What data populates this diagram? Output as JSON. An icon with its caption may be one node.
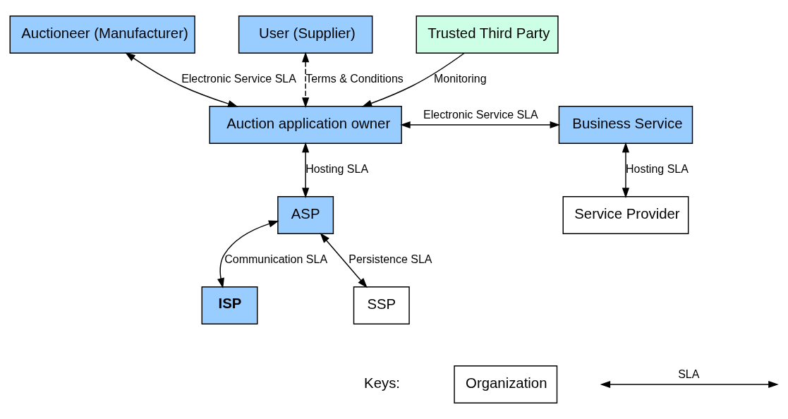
{
  "diagram": {
    "nodes": [
      {
        "text": [
          "Auctioneer (Manufacturer)"
        ]
      },
      {
        "text": [
          "User (Supplier)"
        ]
      },
      {
        "text": [
          "Trusted Third Party"
        ]
      },
      {
        "text": [
          "Auction application owner"
        ]
      },
      {
        "text": [
          "Business Service"
        ]
      },
      {
        "text": [
          "ASP"
        ]
      },
      {
        "text": [
          "Service Provider"
        ]
      },
      {
        "text": [
          "ISP"
        ]
      },
      {
        "text": [
          "SSP"
        ]
      },
      {
        "text": [
          "Organization"
        ]
      }
    ],
    "edges": [
      {
        "from": 0,
        "to": 3,
        "arrow": "both",
        "label": "Electronic Service SLA"
      },
      {
        "from": 1,
        "to": 3,
        "arrow": "both",
        "label": "Terms & Conditions",
        "style": "dashed"
      },
      {
        "from": 2,
        "to": 3,
        "arrow": "to",
        "label": "Monitoring"
      },
      {
        "from": 3,
        "to": 4,
        "arrow": "both",
        "label": "Electronic Service SLA"
      },
      {
        "from": 3,
        "to": 5,
        "arrow": "both",
        "label": "Hosting SLA"
      },
      {
        "from": 4,
        "to": 6,
        "arrow": "both",
        "label": "Hosting SLA"
      },
      {
        "from": 5,
        "to": 7,
        "arrow": "both",
        "label": "Communication SLA"
      },
      {
        "from": 5,
        "to": 8,
        "arrow": "both",
        "label": "Persistence SLA"
      }
    ],
    "labels": [
      "Keys:"
    ],
    "legend": [
      {
        "text": "SLA"
      }
    ]
  }
}
